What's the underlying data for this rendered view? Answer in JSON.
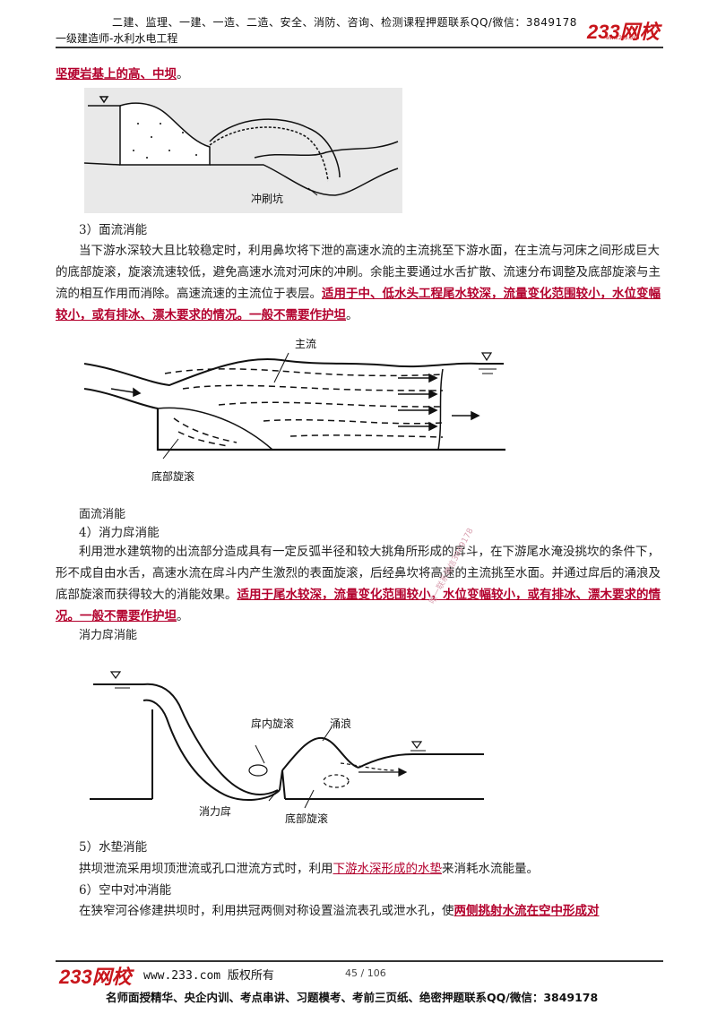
{
  "header": {
    "line1": "二建、监理、一建、一造、二造、安全、消防、咨询、检测课程押题联系QQ/微信：3849178",
    "line2": "一级建造师-水利水电工程",
    "logo": "233网校",
    "logo_sub": "www.233.com"
  },
  "intro_red": "坚硬岩基上的高、中坝",
  "intro_end": "。",
  "fig1": {
    "label": "冲刷坑"
  },
  "sec3": {
    "heading": "3）面流消能",
    "body": "当下游水深较大且比较稳定时，利用鼻坎将下泄的高速水流的主流挑至下游水面，在主流与河床之间形成巨大的底部旋滚，旋滚流速较低，避免高速水流对河床的冲刷。余能主要通过水舌扩散、流速分布调整及底部旋滚与主流的相互作用而消除。高速流速的主流位于表层。",
    "red": "适用于中、低水头工程尾水较深，流量变化范围较小，水位变幅较小，或有排冰、漂木要求的情况。一般不需要作护坦",
    "end": "。"
  },
  "fig2": {
    "label_main": "主流",
    "label_bottom": "底部旋滚",
    "caption": "面流消能"
  },
  "sec4": {
    "heading": "4）消力戽消能",
    "body": "利用泄水建筑物的出流部分造成具有一定反弧半径和较大挑角所形成的戽斗，在下游尾水淹没挑坎的条件下，形不成自由水舌，高速水流在戽斗内产生激烈的表面旋滚，后经鼻坎将高速的主流挑至水面。并通过戽后的涌浪及底部旋滚而获得较大的消能效果。",
    "red": "适用于尾水较深，流量变化范围较小，水位变幅较小，或有排冰、漂木要求的情况。一般不需要作护坦",
    "end": "。",
    "caption": "消力戽消能"
  },
  "fig3": {
    "label_swirl": "戽内旋滚",
    "label_wave": "涌浪",
    "label_bucket": "消力戽",
    "label_bottom": "底部旋滚"
  },
  "sec5": {
    "heading": "5）水垫消能",
    "body_a": "拱坝泄流采用坝顶泄流或孔口泄流方式时，利用",
    "red": "下游水深形成的水垫",
    "body_b": "来消耗水流能量。"
  },
  "sec6": {
    "heading": "6）空中对冲消能",
    "body_a": "在狭窄河谷修建拱坝时，利用拱冠两侧对称设置溢流表孔或泄水孔，使",
    "red": "两侧挑射水流在空中形成对"
  },
  "watermark": "唯一联系微信3849178",
  "footer": {
    "logo": "233网校",
    "site": "www.233.com 版权所有",
    "page": "45 / 106",
    "bottom": "名师面授精华、央企内训、考点串讲、习题模考、考前三页纸、绝密押题联系QQ/微信：3849178"
  }
}
